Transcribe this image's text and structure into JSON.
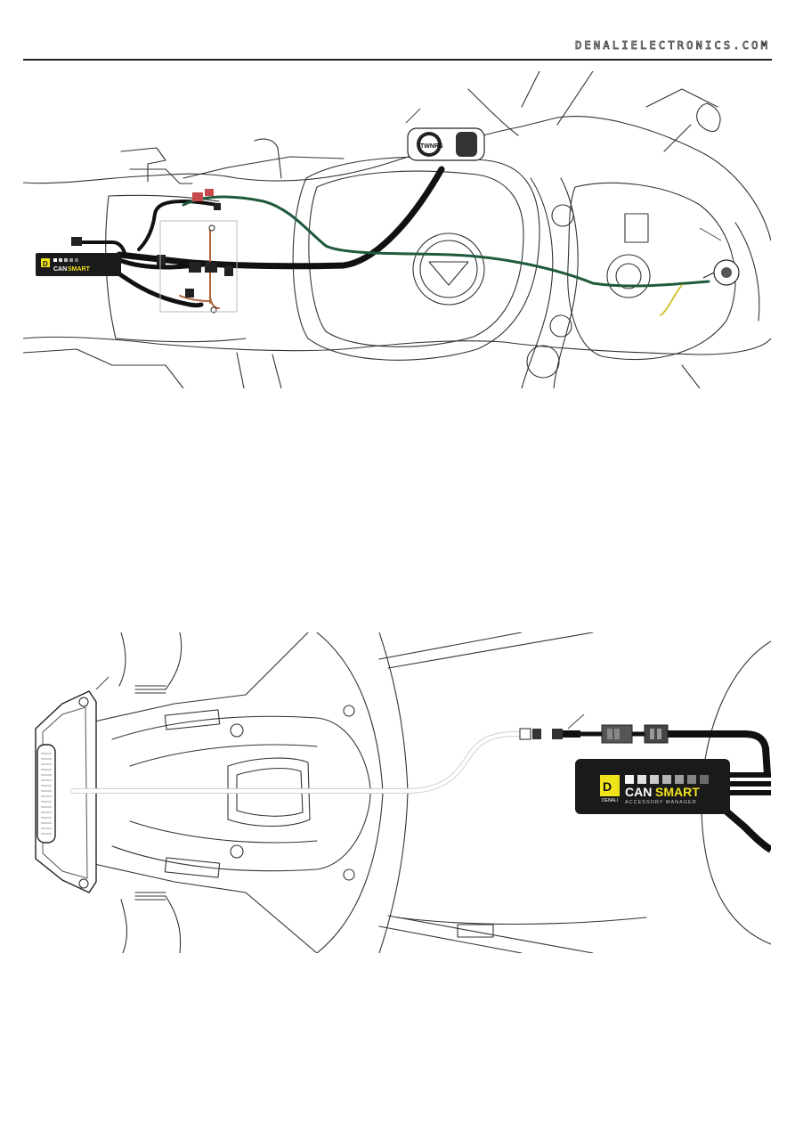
{
  "header": {
    "site": "DENALIELECTRONICS.COM"
  },
  "figure1": {
    "module": {
      "brand_logo": "D",
      "name_can": "CAN",
      "name_smart": "SMART",
      "subtitle": ""
    },
    "switch_label": "TWNRS"
  },
  "figure2": {
    "module": {
      "brand_logo": "D",
      "brand_small": "DENALI",
      "name_can": "CAN",
      "name_smart": "SMART",
      "subtitle": "ACCESSORY MANAGER"
    }
  },
  "colors": {
    "wire_black": "#111111",
    "wire_green": "#1f5a3c",
    "wire_orange": "#b0643a",
    "wire_grey": "#d8d8d8",
    "module_body": "#1a1a1a",
    "smart_yellow": "#f0e21b",
    "connector_red": "#c84a4a",
    "outline": "#333333"
  },
  "icons": [
    "denali-logo-icon",
    "horn-icon",
    "switch-icon",
    "tail-light-icon",
    "fuel-cap-icon"
  ]
}
